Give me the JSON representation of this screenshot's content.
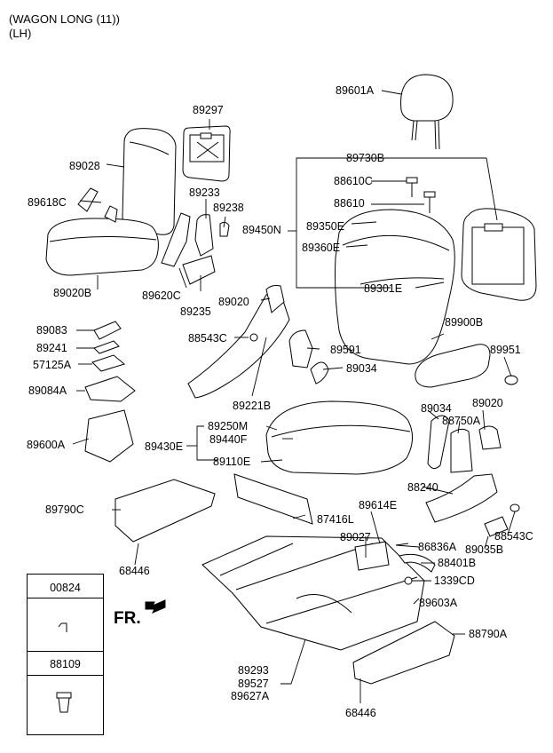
{
  "header": {
    "line1": "(WAGON LONG (11))",
    "line2": "(LH)"
  },
  "direction_label": "FR.",
  "legend": {
    "items": [
      "00824",
      "88109"
    ]
  },
  "parts": {
    "p89601A": "89601A",
    "p89297": "89297",
    "p89028": "89028",
    "p89730B": "89730B",
    "p88610C": "88610C",
    "p88610": "88610",
    "p89233": "89233",
    "p89238": "89238",
    "p89618C": "89618C",
    "p89450N": "89450N",
    "p89350E": "89350E",
    "p89360E": "89360E",
    "p89020B": "89020B",
    "p89620C": "89620C",
    "p89235": "89235",
    "p89301E": "89301E",
    "p89020": "89020",
    "p89083": "89083",
    "p88543C_a": "88543C",
    "p89591": "89591",
    "p89900B": "89900B",
    "p89241": "89241",
    "p89951": "89951",
    "p57125A": "57125A",
    "p89034_a": "89034",
    "p89084A": "89084A",
    "p89221B": "89221B",
    "p89034_b": "89034",
    "p89020_b": "89020",
    "p89250M": "89250M",
    "p88750A": "88750A",
    "p89440F": "89440F",
    "p89600A": "89600A",
    "p89430E": "89430E",
    "p89110E": "89110E",
    "p88240": "88240",
    "p89614E": "89614E",
    "p89790C": "89790C",
    "p87416L": "87416L",
    "p88543C_b": "88543C",
    "p89027": "89027",
    "p86836A": "86836A",
    "p89035B": "89035B",
    "p68446_a": "68446",
    "p88401B": "88401B",
    "p1339CD": "1339CD",
    "p89603A": "89603A",
    "p88790A": "88790A",
    "p89293": "89293",
    "p89527": "89527",
    "p89627A": "89627A",
    "p68446_b": "68446"
  }
}
